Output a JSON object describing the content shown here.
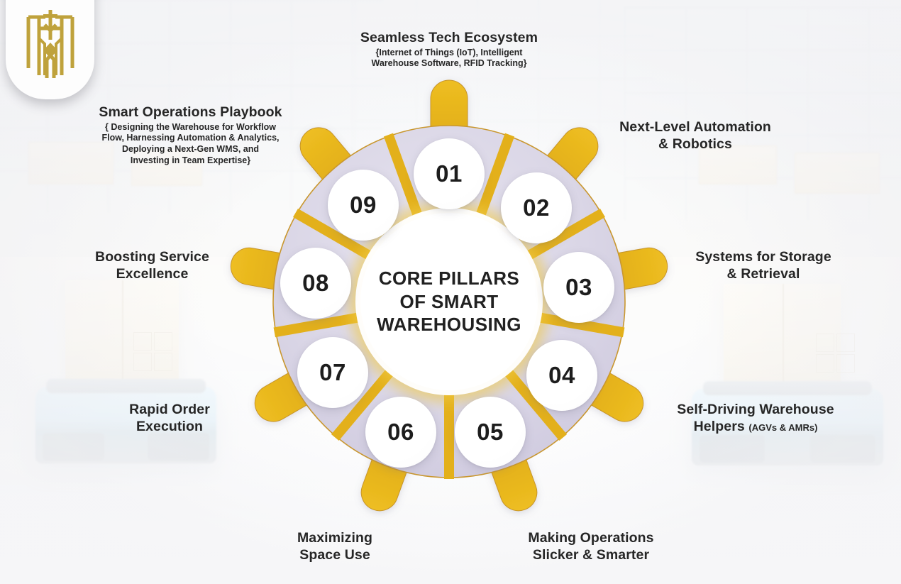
{
  "brand": {
    "logo_name": "company-crest-logo"
  },
  "center": {
    "title_lines": [
      "CORE PILLARS",
      "OF SMART",
      "WAREHOUSING"
    ],
    "title_full": "CORE PILLARS OF SMART WAREHOUSING"
  },
  "colors": {
    "gold": "#E5B41C",
    "gold_edge": "#C9972F",
    "ring_lavender": "#D6D2E2",
    "ring_lavender_light": "#E2DFEC",
    "text_dark": "#262626",
    "circle_white": "#FFFFFF",
    "glow": "#F2D46B"
  },
  "pillars": [
    {
      "number": "01",
      "title": "Seamless Tech Ecosystem",
      "sub": [
        "{Internet of Things (IoT), Intelligent",
        "Warehouse Software, RFID Tracking}"
      ],
      "inline_sub": ""
    },
    {
      "number": "02",
      "title_lines": [
        "Next-Level Automation",
        "& Robotics"
      ],
      "title": "Next-Level Automation & Robotics",
      "sub": [],
      "inline_sub": ""
    },
    {
      "number": "03",
      "title_lines": [
        "Systems for Storage",
        "& Retrieval"
      ],
      "title": "Systems for Storage & Retrieval",
      "sub": [],
      "inline_sub": ""
    },
    {
      "number": "04",
      "title_lines": [
        "Self-Driving Warehouse",
        "Helpers"
      ],
      "title": "Self-Driving Warehouse Helpers",
      "sub": [],
      "inline_sub": "(AGVs & AMRs)"
    },
    {
      "number": "05",
      "title_lines": [
        "Making Operations",
        "Slicker & Smarter"
      ],
      "title": "Making Operations Slicker & Smarter",
      "sub": [],
      "inline_sub": ""
    },
    {
      "number": "06",
      "title_lines": [
        "Maximizing",
        "Space Use"
      ],
      "title": "Maximizing Space Use",
      "sub": [],
      "inline_sub": ""
    },
    {
      "number": "07",
      "title_lines": [
        "Rapid Order",
        "Execution"
      ],
      "title": "Rapid Order Execution",
      "sub": [],
      "inline_sub": ""
    },
    {
      "number": "08",
      "title_lines": [
        "Boosting Service",
        "Excellence"
      ],
      "title": "Boosting Service Excellence",
      "sub": [],
      "inline_sub": ""
    },
    {
      "number": "09",
      "title": "Smart Operations Playbook",
      "sub": [
        "{ Designing the Warehouse for Workflow",
        "Flow, Harnessing Automation & Analytics,",
        "Deploying a Next-Gen WMS, and",
        "Investing in Team Expertise}"
      ],
      "inline_sub": ""
    }
  ],
  "background": {
    "scene": "blurred-warehouse-with-agv-robots-and-cartons"
  }
}
